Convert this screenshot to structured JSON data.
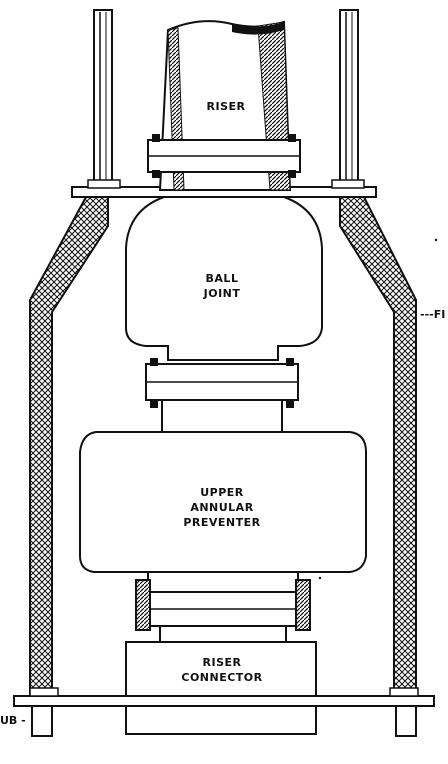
{
  "labels": {
    "riser": "RISER",
    "ball_joint_line1": "BALL",
    "ball_joint_line2": "JOINT",
    "preventer_line1": "UPPER",
    "preventer_line2": "ANNULAR",
    "preventer_line3": "PREVENTER",
    "connector_line1": "RISER",
    "connector_line2": "CONNECTOR",
    "right_edge": "---FI",
    "left_edge": "UB -"
  },
  "colors": {
    "line": "#111111",
    "background": "#ffffff"
  }
}
